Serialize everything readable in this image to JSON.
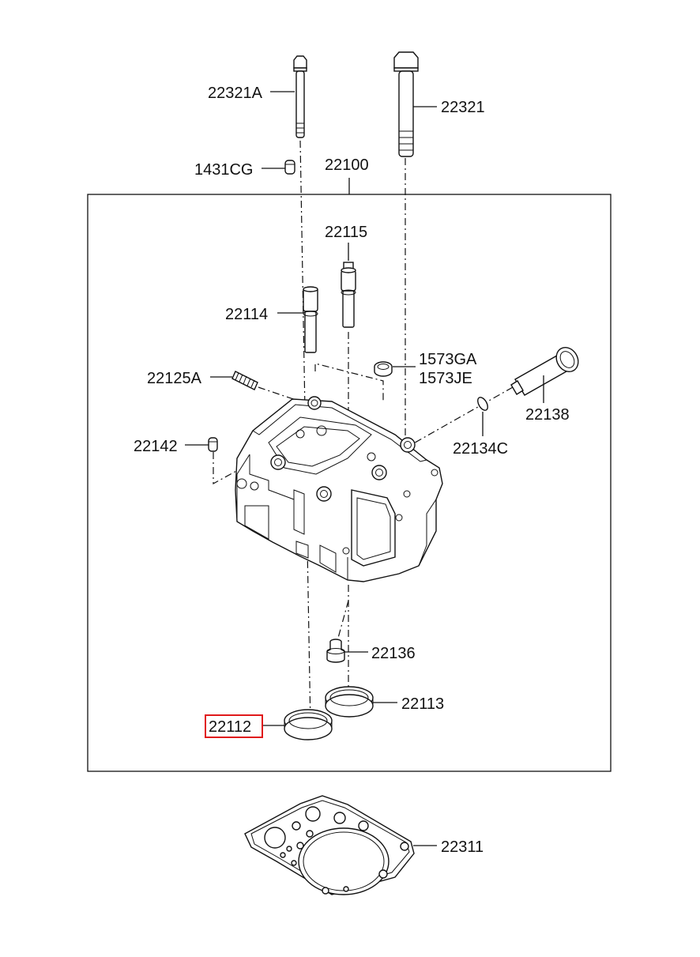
{
  "labels": {
    "bolt_short": "22321A",
    "bolt_long": "22321",
    "dowel_top": "1431CG",
    "head_assembly": "22100",
    "guide_exhaust": "22115",
    "guide_intake": "22114",
    "plug_a": "1573GA",
    "plug_b": "1573JE",
    "stud": "22125A",
    "sleeve": "22138",
    "pin": "22142",
    "oring": "22134C",
    "seal_cap": "22136",
    "seat_exhaust": "22113",
    "seat_intake": "22112",
    "gasket": "22311"
  },
  "highlight": {
    "color": "#e0191b",
    "part": "22112"
  }
}
